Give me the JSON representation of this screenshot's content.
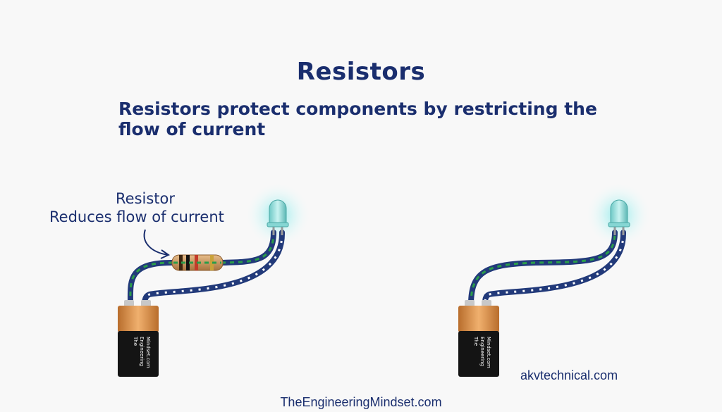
{
  "title": "Resistors",
  "subtitle_line1": "Resistors protect components by restricting the",
  "subtitle_line2": "flow of current",
  "annotation": {
    "line1": "Resistor",
    "line2": "Reduces flow of current"
  },
  "battery_label": [
    "The",
    "Engineering",
    "Mindset.com"
  ],
  "credit": "akvtechnical.com",
  "footer": "TheEngineeringMindset.com",
  "colors": {
    "text": "#1a2e6e",
    "wire": "#223a7a",
    "current_dots": "#2a9d4a",
    "led_glow": "#7fe8e8",
    "battery_top": "#d9924a",
    "battery_body": "#141414",
    "resistor_body": "#c9965c"
  }
}
